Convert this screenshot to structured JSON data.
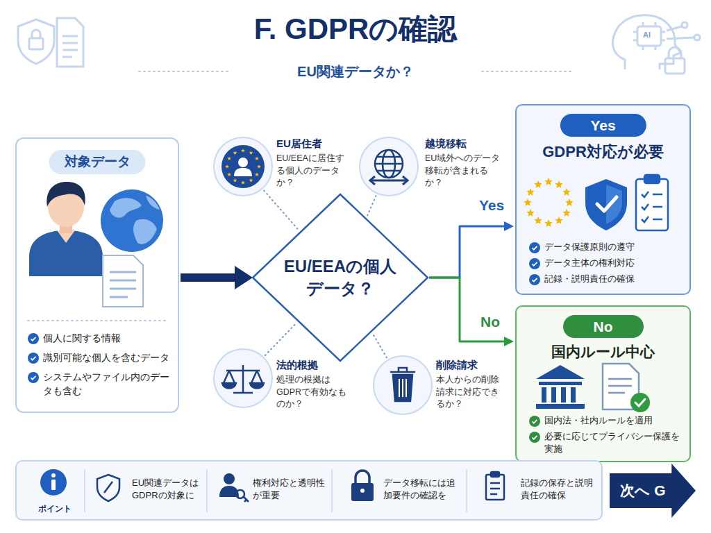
{
  "diagram": {
    "title": "F. GDPRの確認",
    "nodes": [
      {
        "text": [
          "対象データ",
          "個人に関する情報",
          "識別可能な個人を含むデータ",
          "システムやファイル内のデータも含む"
        ]
      },
      {
        "text": [
          "EU居住者",
          "EU/EEAに居住する個人のデータか？"
        ]
      },
      {
        "text": [
          "越境移転",
          "EU域外へのデータ移転が含まれるか？"
        ]
      },
      {
        "text": [
          "EU/EEAの個人データ？"
        ]
      },
      {
        "text": [
          "法的根拠",
          "処理の根拠はGDPRで有効なものか？"
        ]
      },
      {
        "text": [
          "削除請求",
          "本人からの削除請求に対応できるか？"
        ]
      },
      {
        "text": [
          "Yes",
          "GDPR対応が必要",
          "データ保護原則の遵守",
          "データ主体の権利対応",
          "記録・説明責任の確保"
        ]
      },
      {
        "text": [
          "No",
          "国内ルール中心",
          "国内法・社内ルールを適用",
          "必要に応じてプライバシー保護を実施"
        ]
      },
      {
        "text": [
          "ポイント",
          "EU関連データはGDPRの対象に",
          "権利対応と透明性が重要",
          "データ移転には追加要件の確認を",
          "記録の保存と説明責任の確保"
        ]
      },
      {
        "text": [
          "次へ G"
        ]
      }
    ],
    "edges": [
      {
        "from": 0,
        "to": 3,
        "arrow": "to"
      },
      {
        "from": 3,
        "to": 6,
        "label": "Yes",
        "arrow": "to"
      },
      {
        "from": 3,
        "to": 7,
        "label": "No",
        "arrow": "to"
      },
      {
        "from": 1,
        "to": 3,
        "arrow": "none"
      },
      {
        "from": 2,
        "to": 3,
        "arrow": "none"
      },
      {
        "from": 4,
        "to": 3,
        "arrow": "none"
      },
      {
        "from": 5,
        "to": 3,
        "arrow": "none"
      }
    ],
    "labels": [
      "EU関連データか？",
      "AI"
    ]
  }
}
